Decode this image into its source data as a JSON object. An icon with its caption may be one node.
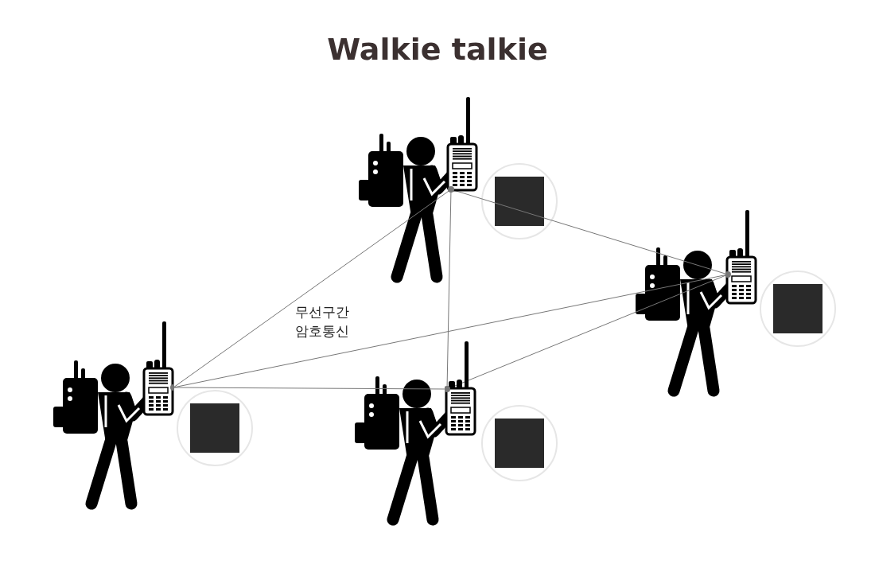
{
  "diagram": {
    "title": "Walkie talkie",
    "nodes": [
      {
        "text": [],
        "shape": "picture"
      },
      {
        "text": [],
        "shape": "picture"
      },
      {
        "text": [],
        "shape": "picture"
      },
      {
        "text": [],
        "shape": "picture"
      }
    ],
    "edges": [
      {
        "from": 0,
        "to": 2,
        "arrow": "none"
      },
      {
        "from": 0,
        "to": 3,
        "arrow": "none"
      },
      {
        "from": 0,
        "to": 1,
        "arrow": "none"
      },
      {
        "from": 2,
        "to": 1,
        "arrow": "none"
      },
      {
        "from": 2,
        "to": 3,
        "arrow": "none"
      },
      {
        "from": 3,
        "to": 1,
        "arrow": "none"
      }
    ],
    "labels": [
      "무선구간 암호통신"
    ]
  }
}
